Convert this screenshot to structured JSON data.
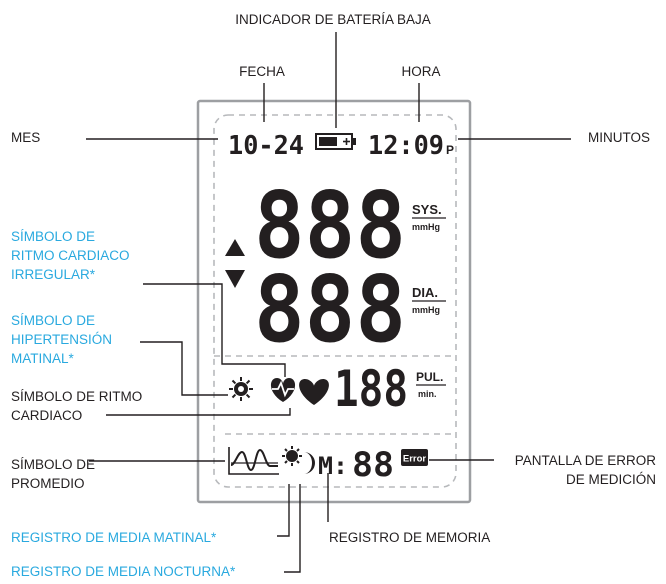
{
  "labels": {
    "low_battery": "INDICADOR DE BATERÍA BAJA",
    "date": "FECHA",
    "time": "HORA",
    "month": "MES",
    "minutes": "MINUTOS",
    "irregular_heartbeat": "SÍMBOLO DE\nRITMO CARDIACO\nIRREGULAR*",
    "morning_hypertension": "SÍMBOLO DE\nHIPERTENSIÓN\nMATINAL*",
    "heartbeat": "SÍMBOLO DE RITMO\nCARDIACO",
    "average": "SÍMBOLO DE\nPROMEDIO",
    "error_screen": "PANTALLA DE ERROR\nDE MEDICIÓN",
    "morning_average": "REGISTRO DE MEDIA MATINAL*",
    "memory": "REGISTRO DE MEMORIA",
    "night_average": "REGISTRO DE MEDIA NOCTURNA*"
  },
  "display": {
    "date": "10-24",
    "time": "12:09",
    "pm": "P",
    "sys_digits": "888",
    "dia_digits": "888",
    "pul_digits": "188",
    "sys_unit": "SYS.",
    "dia_unit": "DIA.",
    "pul_unit": "PUL.",
    "mmhg": "mmHg",
    "min": "min.",
    "memory_prefix": "M:",
    "memory_digits": "88",
    "error": "Error"
  },
  "colors": {
    "blue_label": "#29a9df",
    "ink": "#231f20"
  }
}
